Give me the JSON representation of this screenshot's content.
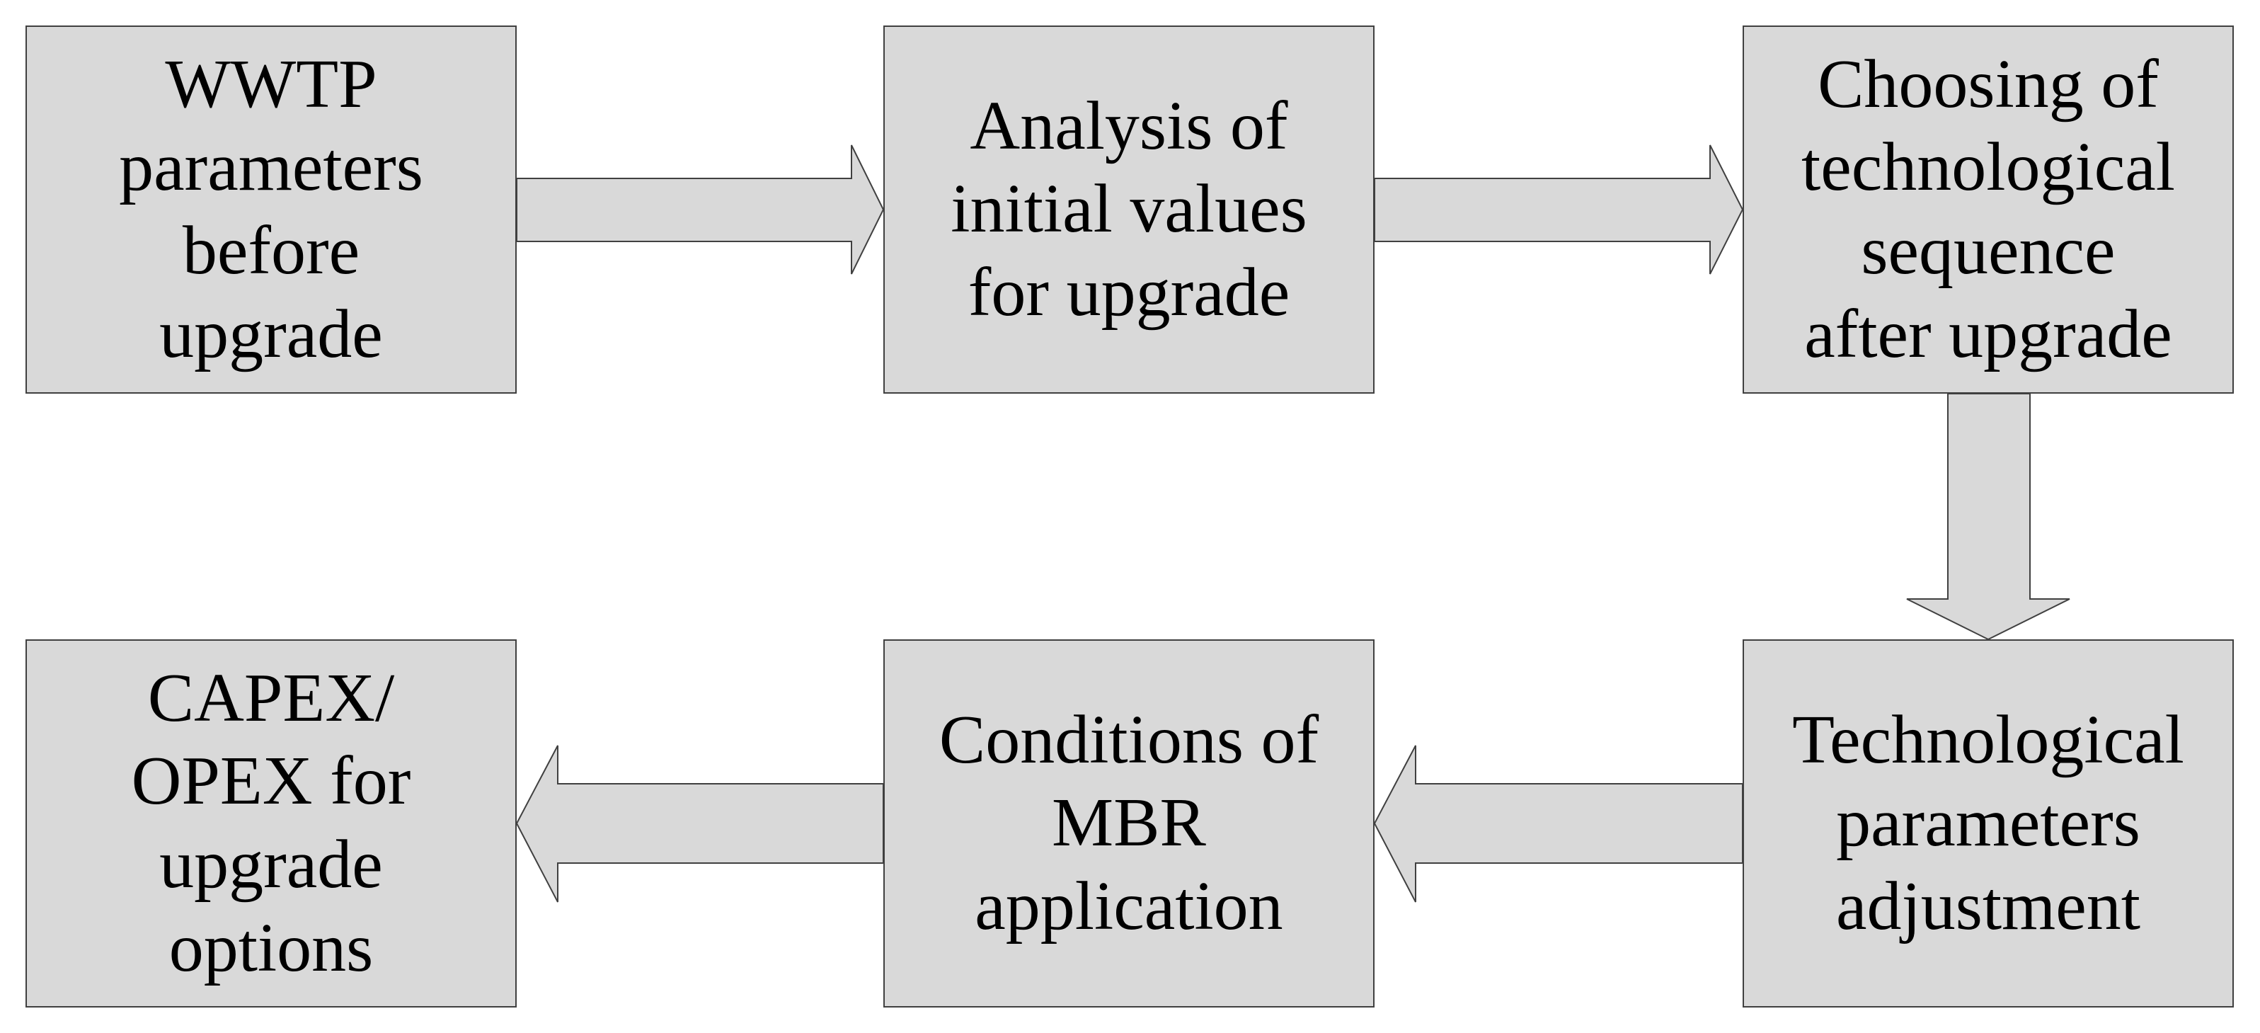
{
  "diagram": {
    "steps": [
      "WWTP\nparameters\nbefore\nupgrade",
      "Analysis of\ninitial values\nfor upgrade",
      "Choosing of\ntechnological\nsequence\nafter upgrade",
      "Technological\nparameters\nadjustment",
      "Conditions of\nMBR\napplication",
      "CAPEX/\nOPEX for\nupgrade\noptions"
    ]
  },
  "colors": {
    "box_fill": "#d9d9d9",
    "arrow_fill": "#d9d9d9",
    "stroke": "#404040",
    "text": "#000000"
  }
}
